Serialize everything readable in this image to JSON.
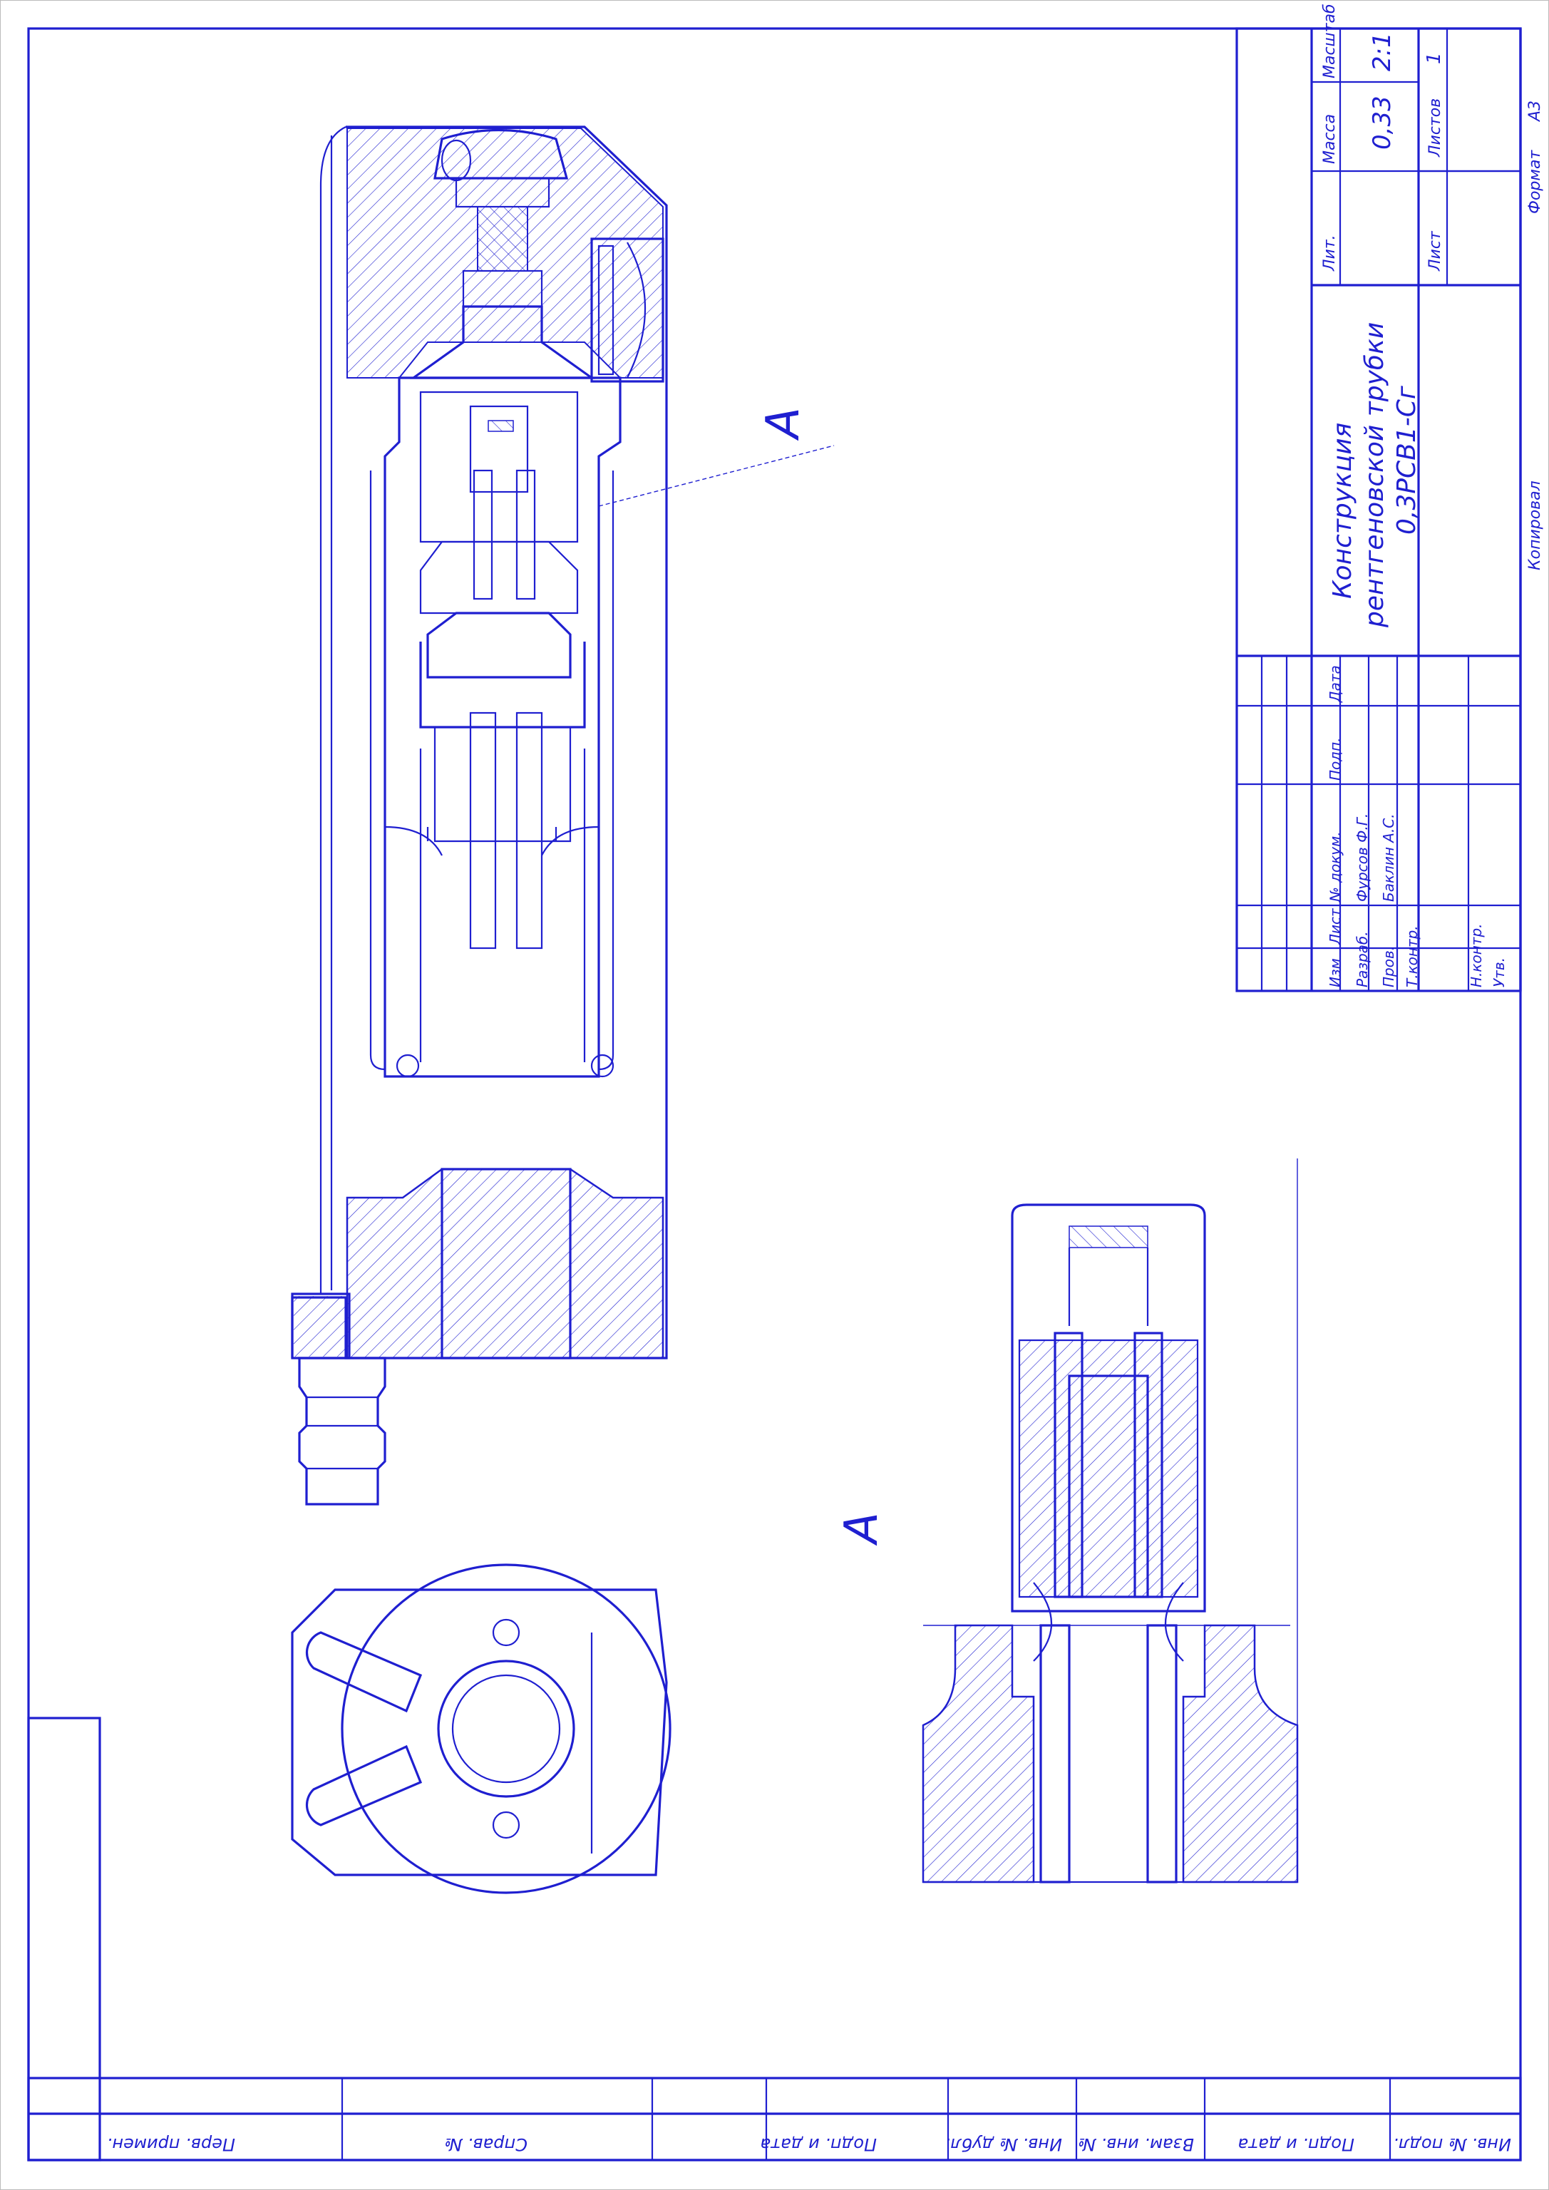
{
  "colors": {
    "line": "#1f1fd0",
    "background": "#ffffff"
  },
  "view_label_main": "A",
  "view_label_detail": "A",
  "title_block": {
    "title_line1": "Конструкция",
    "title_line2": "рентгеновской трубки",
    "title_line3": "0,3РСВ1-Сг",
    "lit_label": "Лит.",
    "mass_label": "Масса",
    "scale_label": "Масштаб",
    "mass_value": "0,33",
    "scale_value": "2:1",
    "sheet_label": "Лист",
    "sheets_label": "Листов",
    "sheets_value": "1",
    "col_izm": "Изм",
    "col_list": "Лист",
    "col_doc": "№ докум.",
    "col_sign": "Подп.",
    "col_date": "Дата",
    "role_razrab": "Разраб.",
    "role_prov": "Пров.",
    "role_tkontr": "Т.контр.",
    "role_nkontr": "Н.контр.",
    "role_utv": "Утв.",
    "name_razrab": "Фурсов Ф.Г.",
    "name_prov": "Баклин А.С.",
    "kopiroval": "Копировал",
    "format_label": "Формат",
    "format_value": "А3"
  },
  "side_strip": {
    "perv_primen": "Перв. примен.",
    "sprav_no": "Справ. №",
    "podp_data_1": "Подп. и дата",
    "inv_dubl": "Инв. № дубл.",
    "vzam_inv": "Взам. инв. №",
    "podp_data_2": "Подп. и дата",
    "inv_podl": "Инв. № подл."
  }
}
